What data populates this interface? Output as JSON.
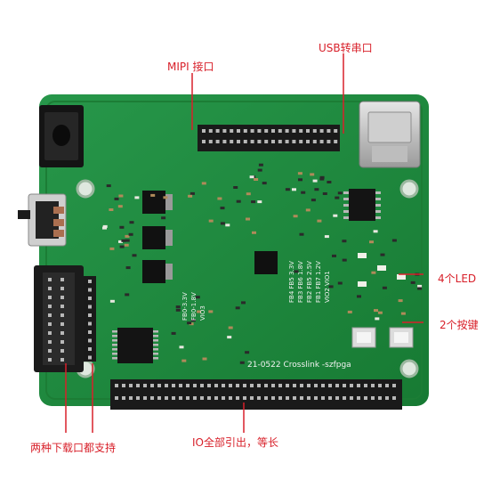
{
  "callouts": {
    "mipi": "MIPI 接口",
    "usb": "USB转串口",
    "led": "4个LED",
    "keys": "2个按键",
    "download": "两种下载口都支持",
    "io": "IO全部引出，等长"
  },
  "board": {
    "silkscreen_main": "21-0522 Crosslink -szfpga",
    "rails": [
      "FB4  FB5 3.3V",
      "FB3 FB6 1.8V",
      "FB2 FB5 2.5V",
      "FB1 FB7 1.2V",
      "VIO2 VIO1"
    ],
    "rails_left": [
      "FB0-3.3V",
      "FB0-1.8V",
      "VIO3"
    ]
  },
  "colors": {
    "pcb": "#1f8a3a",
    "pcb_dark": "#15692b",
    "callout": "#d8202a",
    "header": "#1a1a1a",
    "pin": "#b8b8b8"
  }
}
